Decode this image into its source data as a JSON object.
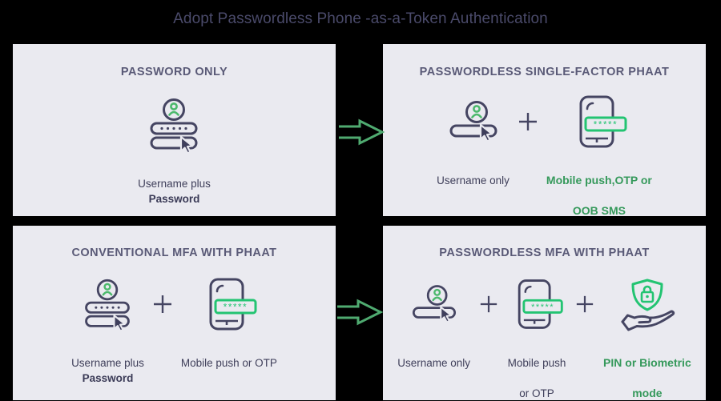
{
  "title": "Adopt Passwordless Phone -as-a-Token Authentication",
  "colors": {
    "background": "#000000",
    "panel": "#eaeaf0",
    "heading": "#5a5a77",
    "title": "#4a4a6a",
    "text_dark": "#3f3f5a",
    "accent_green": "#35995b",
    "icon_dark": "#454562",
    "icon_green": "#2fbf6b"
  },
  "arrows": [
    {
      "name": "arrow-top",
      "icon": "arrow-right-icon",
      "color": "#4faa70"
    },
    {
      "name": "arrow-bottom",
      "icon": "arrow-right-icon",
      "color": "#4faa70"
    }
  ],
  "panels": [
    {
      "id": "password-only",
      "heading": "PASSWORD ONLY",
      "items": [
        {
          "icon": "login-password-icon",
          "caption_line1": "Username plus",
          "caption_line2": "Password",
          "green": false
        }
      ]
    },
    {
      "id": "passwordless-single-factor-phaat",
      "heading": "PASSWORDLESS SINGLE-FACTOR PHAAT",
      "items": [
        {
          "icon": "username-only-icon",
          "caption_line1": "Username only",
          "caption_line2": "",
          "green": false
        },
        {
          "icon": "phone-otp-icon",
          "caption_line1": "Mobile push,OTP or",
          "caption_line2": "OOB SMS",
          "green": true
        }
      ],
      "separators": [
        "plus-icon"
      ]
    },
    {
      "id": "conventional-mfa-with-phaat",
      "heading": "CONVENTIONAL MFA WITH PHAAT",
      "items": [
        {
          "icon": "login-password-icon",
          "caption_line1": "Username plus",
          "caption_line2": "Password",
          "green": false
        },
        {
          "icon": "phone-otp-icon",
          "caption_line1": "Mobile push or OTP",
          "caption_line2": "",
          "green": false
        }
      ],
      "separators": [
        "plus-icon"
      ]
    },
    {
      "id": "passwordless-mfa-with-phaat",
      "heading": "PASSWORDLESS MFA WITH PHAAT",
      "items": [
        {
          "icon": "username-only-icon",
          "caption_line1": "Username only",
          "caption_line2": "",
          "green": false
        },
        {
          "icon": "phone-otp-icon",
          "caption_line1": "Mobile push",
          "caption_line2": "or OTP",
          "green": false
        },
        {
          "icon": "hand-shield-lock-icon",
          "caption_line1": "PIN or Biometric",
          "caption_line2": "mode",
          "green": true
        }
      ],
      "separators": [
        "plus-icon",
        "plus-icon"
      ]
    }
  ]
}
